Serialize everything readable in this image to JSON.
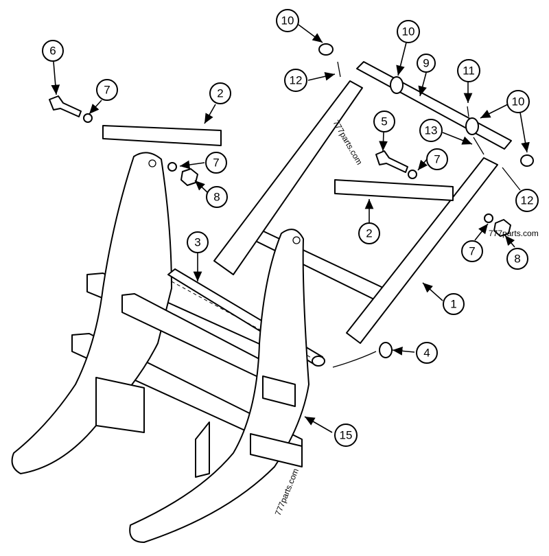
{
  "callouts": {
    "c10a": "10",
    "c10b": "10",
    "c9": "9",
    "c11": "11",
    "c10c": "10",
    "c12a": "12",
    "c6": "6",
    "c7a": "7",
    "c2a": "2",
    "c7b": "7",
    "c8a": "8",
    "c5": "5",
    "c13": "13",
    "c7c": "7",
    "c12b": "12",
    "c2b": "2",
    "c7d": "7",
    "c8b": "8",
    "c3": "3",
    "c1": "1",
    "c4": "4",
    "c15": "15"
  },
  "watermarks": {
    "w1": "777parts.com",
    "w2": "777parts.com",
    "w3": "777parts.com"
  }
}
